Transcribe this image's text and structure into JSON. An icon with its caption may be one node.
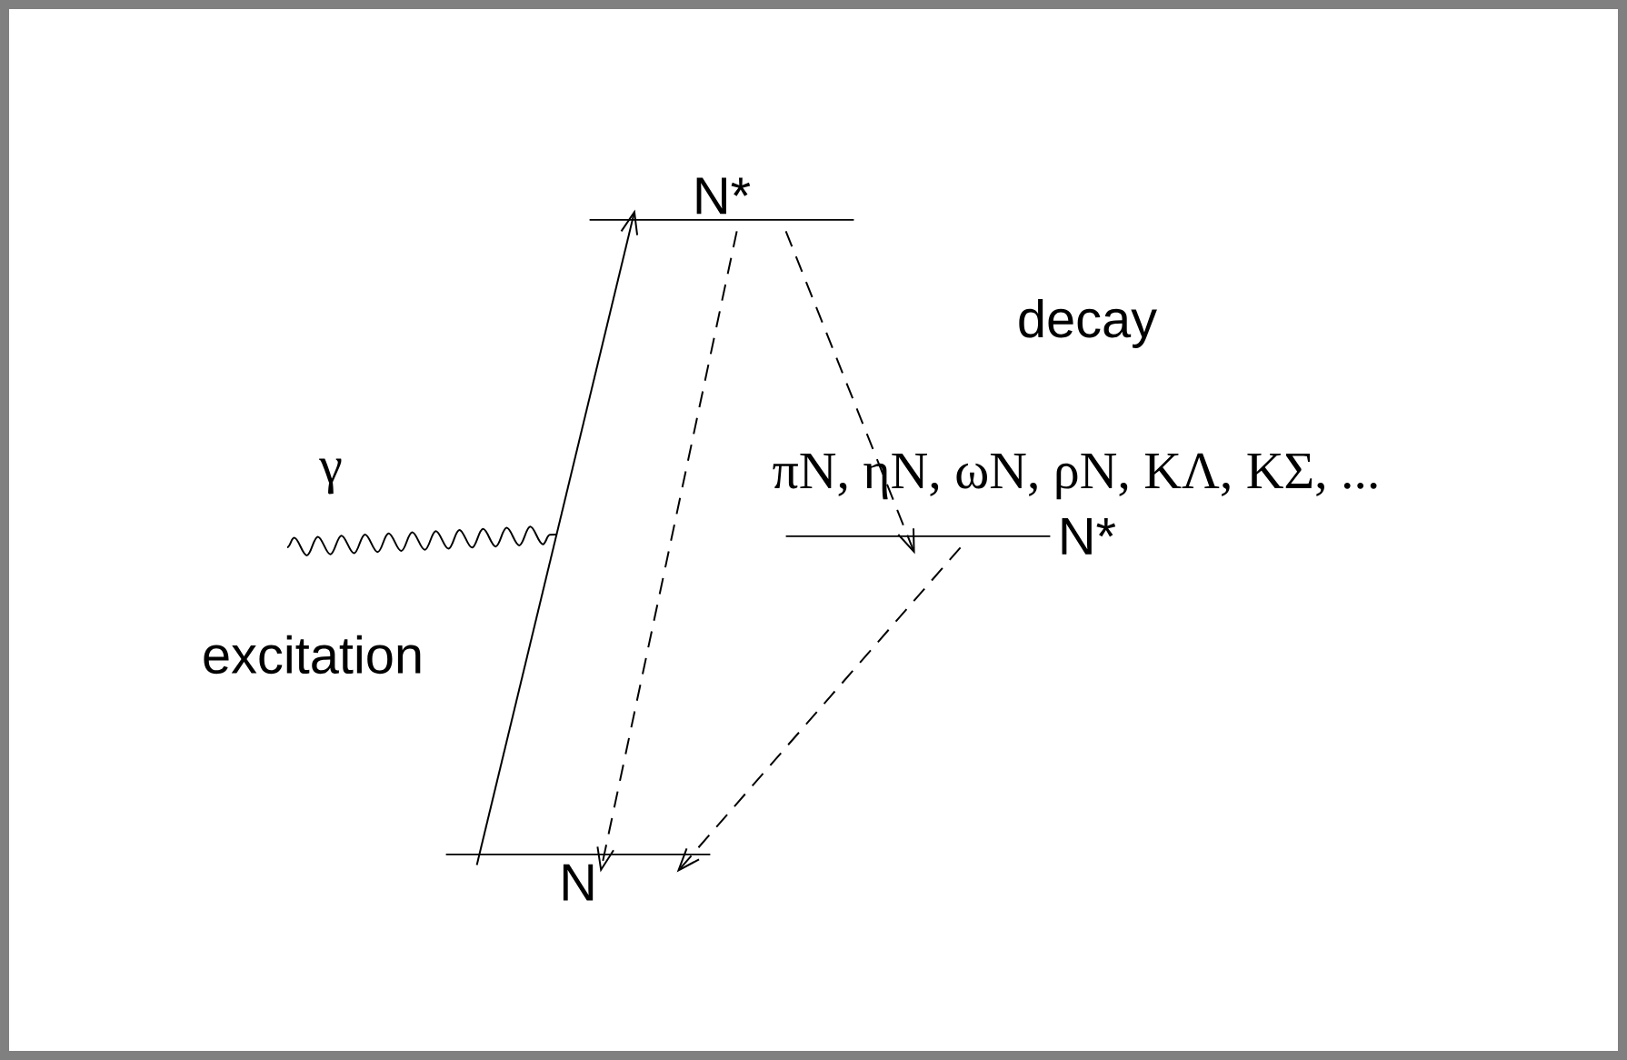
{
  "diagram": {
    "nodes": [
      {
        "text": [
          "N*"
        ]
      },
      {
        "text": [
          "N*"
        ]
      },
      {
        "text": [
          "N"
        ]
      }
    ],
    "edges": [
      {
        "from": 2,
        "to": 0,
        "arrow": "to"
      },
      {
        "from": 0,
        "to": 2,
        "arrow": "to",
        "style": "dashed"
      },
      {
        "from": 0,
        "to": 1,
        "arrow": "to",
        "style": "dashed"
      },
      {
        "from": 1,
        "to": 2,
        "arrow": "to",
        "style": "dashed"
      }
    ],
    "labels": [
      "decay",
      "γ",
      "πN, ηN, ωN, ρN, KΛ, KΣ, ...",
      "excitation"
    ]
  }
}
